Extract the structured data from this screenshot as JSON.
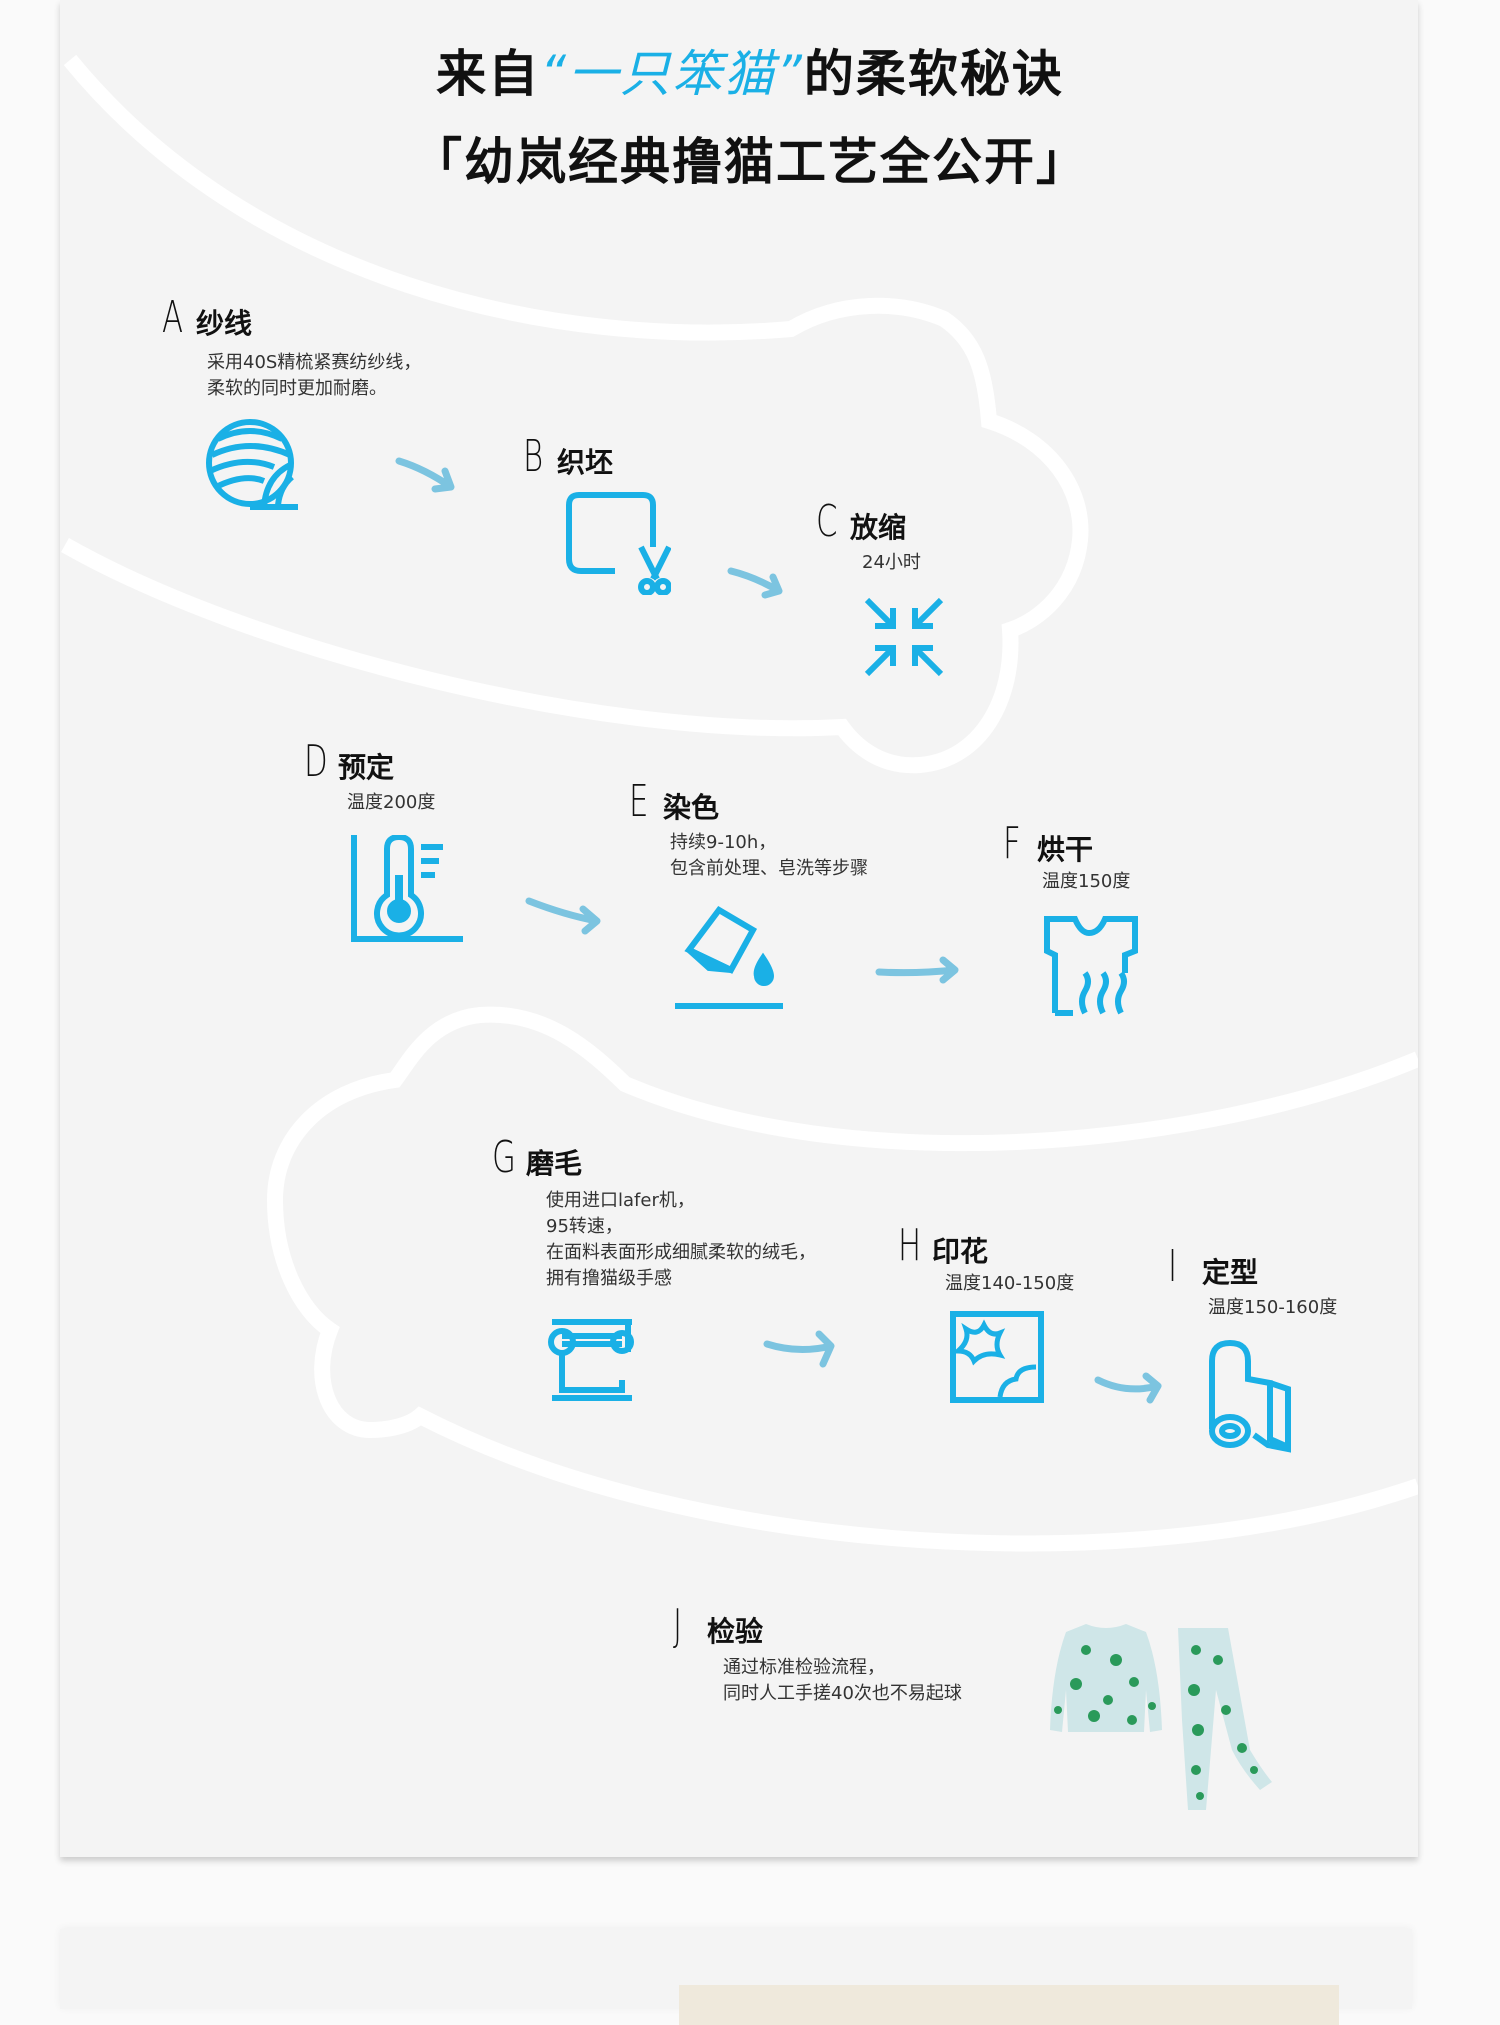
{
  "title": {
    "line1_pre": "来自",
    "line1_highlight": "“一只笨猫”",
    "line1_post": "的柔软秘诀",
    "line2": "「幼岚经典撸猫工艺全公开」"
  },
  "accent_color": "#1ab0e6",
  "steps": [
    {
      "letter": "A",
      "name": "纱线",
      "desc": [
        "采用40S精梳紧赛纺纱线，",
        "柔软的同时更加耐磨。"
      ],
      "icon": "yarn-ball-icon"
    },
    {
      "letter": "B",
      "name": "织坯",
      "desc": [],
      "icon": "fabric-cut-icon"
    },
    {
      "letter": "C",
      "name": "放缩",
      "desc": [
        "24小时"
      ],
      "icon": "shrink-icon"
    },
    {
      "letter": "D",
      "name": "预定",
      "desc": [
        "温度200度"
      ],
      "icon": "thermometer-icon"
    },
    {
      "letter": "E",
      "name": "染色",
      "desc": [
        "持续9-10h，",
        "包含前处理、皂洗等步骤"
      ],
      "icon": "dye-bucket-icon"
    },
    {
      "letter": "F",
      "name": "烘干",
      "desc": [
        "温度150度"
      ],
      "icon": "drying-shirt-icon"
    },
    {
      "letter": "G",
      "name": "磨毛",
      "desc": [
        "使用进口lafer机，",
        "95转速，",
        "在面料表面形成细腻柔软的绒毛，",
        "拥有撸猫级手感"
      ],
      "icon": "brushing-machine-icon"
    },
    {
      "letter": "H",
      "name": "印花",
      "desc": [
        "温度140-150度"
      ],
      "icon": "print-pattern-icon"
    },
    {
      "letter": "I",
      "name": "定型",
      "desc": [
        "温度150-160度"
      ],
      "icon": "fabric-roll-icon"
    },
    {
      "letter": "J",
      "name": "检验",
      "desc": [
        "通过标准检验流程，",
        "同时人工手搓40次也不易起球"
      ],
      "icon": "pajama-image"
    }
  ]
}
